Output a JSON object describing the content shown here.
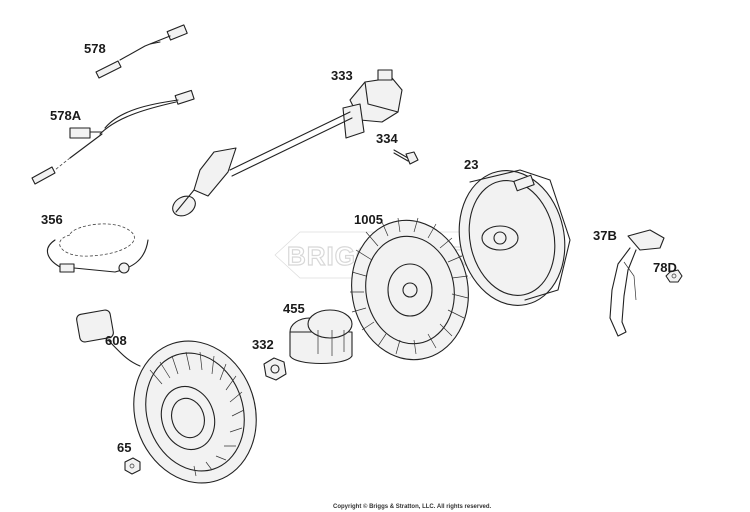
{
  "diagram": {
    "watermark": "BRIGGS&STRATTON",
    "copyright": "Copyright © Briggs & Stratton, LLC. All rights reserved.",
    "labels": {
      "p578": "578",
      "p578a": "578A",
      "p333": "333",
      "p334": "334",
      "p23": "23",
      "p356": "356",
      "p1005": "1005",
      "p37b": "37B",
      "p78d": "78D",
      "p455": "455",
      "p608": "608",
      "p332": "332",
      "p65": "65"
    },
    "colors": {
      "line": "#222222",
      "fill": "#f2f2f2",
      "watermark": "#d8d8d8"
    }
  }
}
